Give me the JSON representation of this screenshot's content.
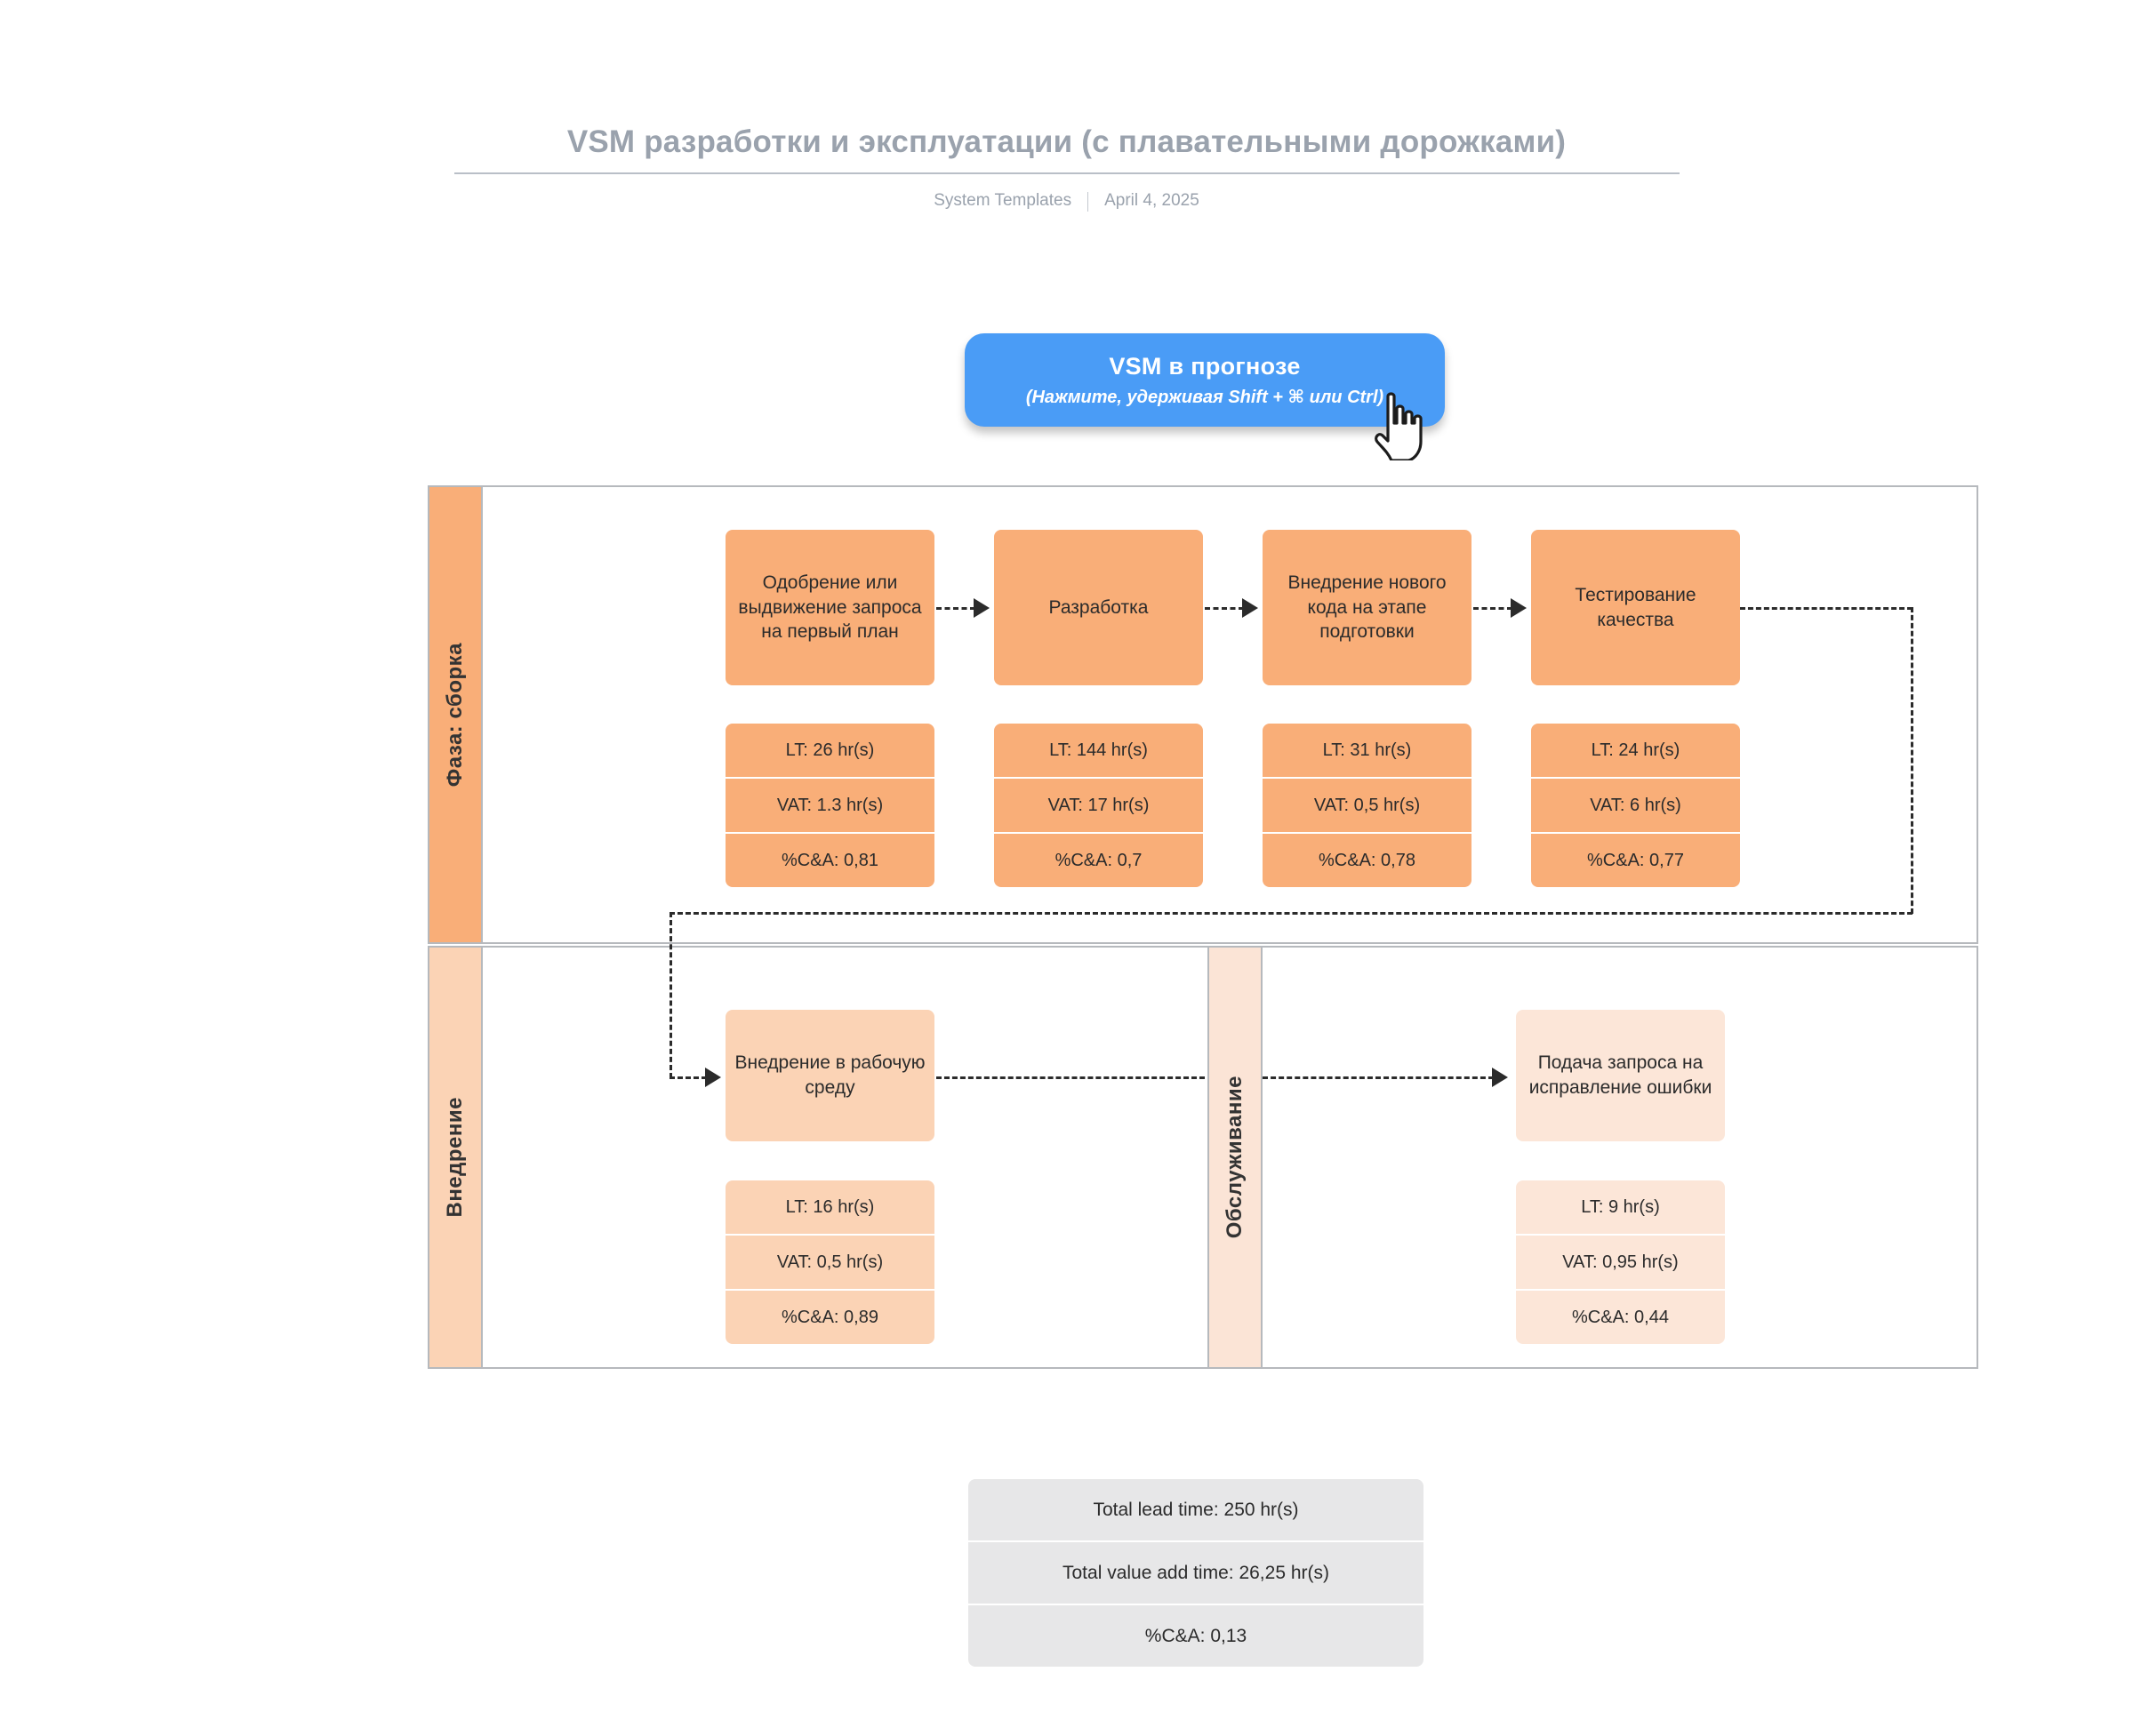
{
  "header": {
    "title": "VSM разработки и эксплуатации (с плавательными дорожками)",
    "source": "System Templates",
    "date": "April 4, 2025"
  },
  "tooltip": {
    "title": "VSM в прогнозе",
    "subtitle": "(Нажмите, удерживая Shift + ⌘ или Ctrl)",
    "cursor_icon": "pointing-hand-cursor-icon",
    "color": "#4a9cf6"
  },
  "lanes": [
    {
      "id": "build",
      "label": "Фаза: сборка",
      "header_color": "#f9ae78",
      "steps": [
        {
          "name": "Одобрение или выдвижение запроса на первый план",
          "color": "#f9ae78",
          "metrics": [
            "LT:  26 hr(s)",
            "VAT:  1.3 hr(s)",
            "%C&A: 0,81"
          ]
        },
        {
          "name": "Разработка",
          "color": "#f9ae78",
          "metrics": [
            "LT:  144 hr(s)",
            "VAT:  17 hr(s)",
            "%C&A: 0,7"
          ]
        },
        {
          "name": "Внедрение нового кода на этапе подготовки",
          "color": "#f9ae78",
          "metrics": [
            "LT:  31 hr(s)",
            "VAT:  0,5 hr(s)",
            "%C&A: 0,78"
          ]
        },
        {
          "name": "Тестирование качества",
          "color": "#f9ae78",
          "metrics": [
            "LT:  24 hr(s)",
            "VAT:  6 hr(s)",
            "%C&A: 0,77"
          ]
        }
      ]
    },
    {
      "id": "deploy",
      "label": "Внедрение",
      "header_color": "#fbd3b5",
      "sublane_label": "Обслуживание",
      "sublane_color": "#fbe4d6",
      "steps": [
        {
          "name": "Внедрение в рабочую среду",
          "color": "#fbd3b5",
          "metrics": [
            "LT:  16 hr(s)",
            "VAT:  0,5 hr(s)",
            "%C&A: 0,89"
          ]
        },
        {
          "name": "Подача запроса на исправление ошибки",
          "color": "#fce6d8",
          "metrics": [
            "LT:  9 hr(s)",
            "VAT:  0,95 hr(s)",
            "%C&A: 0,44"
          ]
        }
      ]
    }
  ],
  "totals": {
    "rows": [
      "Total lead time:  250 hr(s)",
      "Total value add time: 26,25 hr(s)",
      "%C&A: 0,13"
    ]
  }
}
